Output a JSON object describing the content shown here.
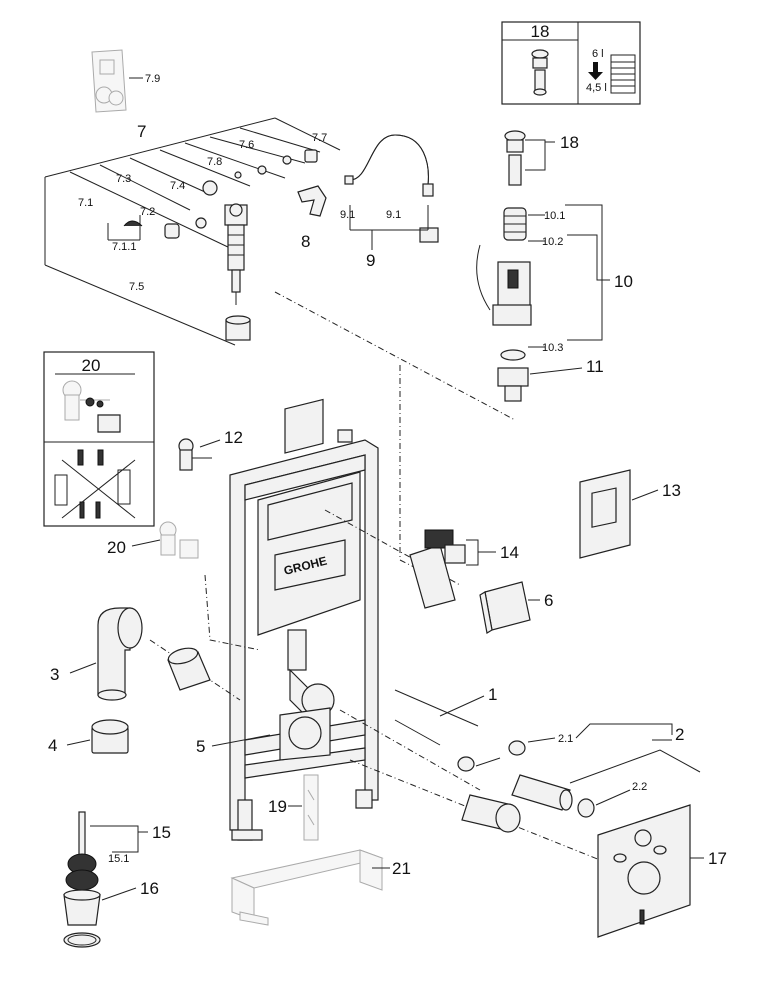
{
  "brand": "GROHE",
  "insets": {
    "inset_18": {
      "number": "18",
      "volume_high": "6 l",
      "volume_low": "4,5 l"
    },
    "inset_20": {
      "number": "20"
    }
  },
  "labels": {
    "p7_9": "7.9",
    "p7": "7",
    "p7_7": "7.7",
    "p7_6": "7.6",
    "p7_8": "7.8",
    "p7_3": "7.3",
    "p7_4": "7.4",
    "p7_1": "7.1",
    "p7_2": "7.2",
    "p7_1_1": "7.1.1",
    "p7_5": "7.5",
    "p8": "8",
    "p9": "9",
    "p9_1a": "9.1",
    "p9_1b": "9.1",
    "p18": "18",
    "p10_1": "10.1",
    "p10_2": "10.2",
    "p10": "10",
    "p10_3": "10.3",
    "p11": "11",
    "p12": "12",
    "p13": "13",
    "p14": "14",
    "p6": "6",
    "p20": "20",
    "p3": "3",
    "p4": "4",
    "p5": "5",
    "p1": "1",
    "p2_1": "2.1",
    "p2": "2",
    "p2_2": "2.2",
    "p19": "19",
    "p15": "15",
    "p15_1": "15.1",
    "p16": "16",
    "p17": "17",
    "p21": "21"
  }
}
